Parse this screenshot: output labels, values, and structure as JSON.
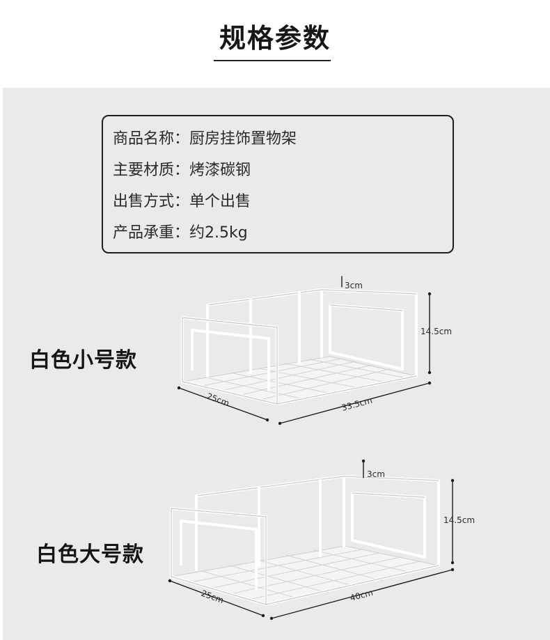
{
  "header": {
    "title": "规格参数"
  },
  "specs": [
    {
      "label": "商品名称",
      "sep": "：",
      "value": "厨房挂饰置物架"
    },
    {
      "label": "主要材质",
      "sep": "：",
      "value": "烤漆碳钢"
    },
    {
      "label": "出售方式",
      "sep": "：",
      "value": "单个出售"
    },
    {
      "label": "产品承重",
      "sep": "：",
      "value": "约2.5kg"
    }
  ],
  "variants": [
    {
      "name": "白色小号款",
      "dims": {
        "hook": "3cm",
        "height": "14.5cm",
        "depth": "25cm",
        "width": "33.5cm"
      }
    },
    {
      "name": "白色大号款",
      "dims": {
        "hook": "3cm",
        "height": "14.5cm",
        "depth": "25cm",
        "width": "40cm"
      }
    }
  ],
  "colors": {
    "background": "#ffffff",
    "panel": "#eaeaea",
    "wire": "#ffffff",
    "wire_shade": "#c9c9c9",
    "text": "#1a1a1a"
  }
}
